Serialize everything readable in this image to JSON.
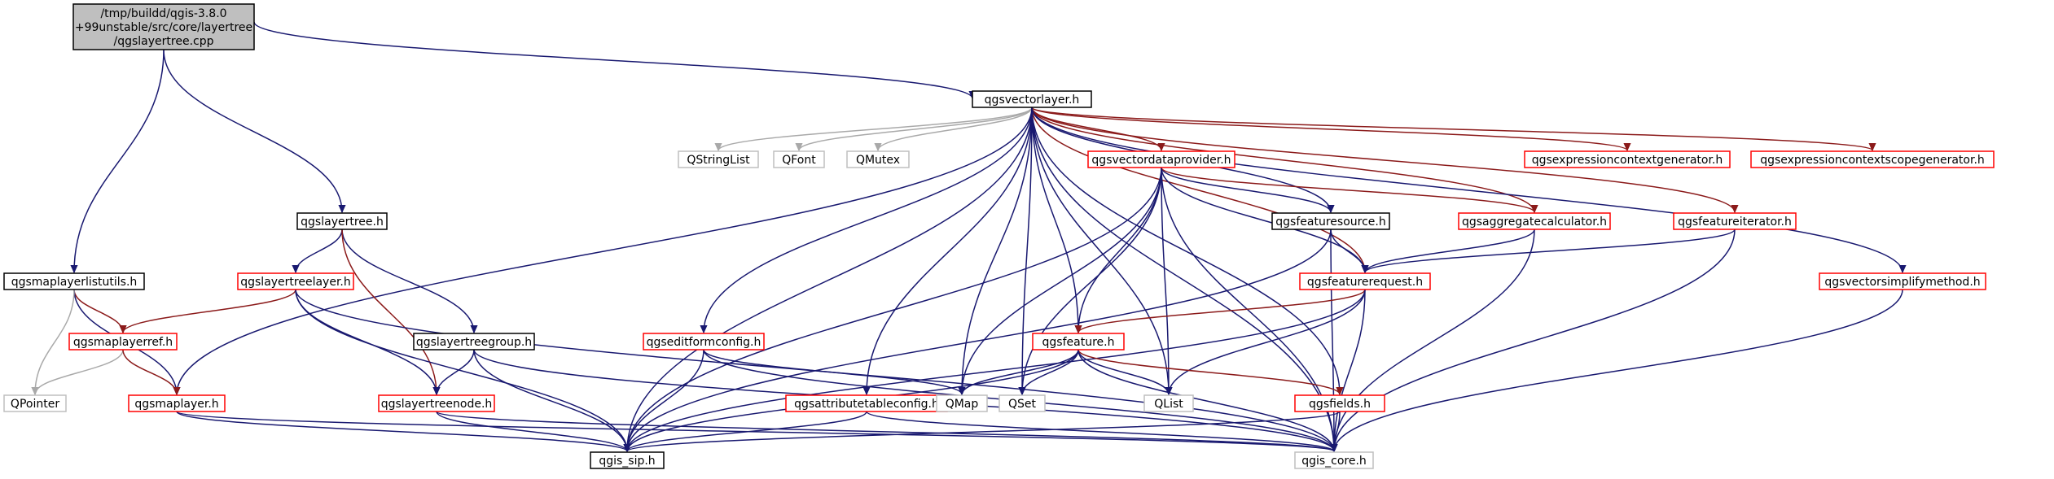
{
  "graph": {
    "root_lines": [
      "/tmp/buildd/qgis-3.8.0",
      "+99unstable/src/core/layertree",
      "/qgslayertree.cpp"
    ],
    "nodes": {
      "qgsvectorlayer": "qgsvectorlayer.h",
      "qgslayertree": "qgslayertree.h",
      "qgsmaplayerlistutils": "qgsmaplayerlistutils.h",
      "qgsmaplayerref": "qgsmaplayerref.h",
      "qgsmaplayer": "qgsmaplayer.h",
      "qpointer": "QPointer",
      "qgslayertreelayer": "qgslayertreelayer.h",
      "qgslayertreegroup": "qgslayertreegroup.h",
      "qgslayertreenode": "qgslayertreenode.h",
      "qgis_sip": "qgis_sip.h",
      "qgis_core": "qgis_core.h",
      "qstringlist": "QStringList",
      "qfont": "QFont",
      "qmutex": "QMutex",
      "qgsvectordataprovider": "qgsvectordataprovider.h",
      "qgsfeaturesource": "qgsfeaturesource.h",
      "qgsaggregatecalculator": "qgsaggregatecalculator.h",
      "qgsfeatureiterator": "qgsfeatureiterator.h",
      "qgsexpressioncontextgenerator": "qgsexpressioncontextgenerator.h",
      "qgsexpressioncontextscopegenerator": "qgsexpressioncontextscopegenerator.h",
      "qgsfeaturerequest": "qgsfeaturerequest.h",
      "qgsvectorsimplifymethod": "qgsvectorsimplifymethod.h",
      "qgseditformconfig": "qgseditformconfig.h",
      "qgsfeature": "qgsfeature.h",
      "qgsattributetableconfig": "qgsattributetableconfig.h",
      "qmap": "QMap",
      "qset": "QSet",
      "qlist": "QList",
      "qgsfields": "qgsfields.h"
    }
  },
  "colors": {
    "edge_default": "#191970",
    "edge_red": "#8b1a1a",
    "edge_gray": "#a9a9a9",
    "root_fill": "#bfbfbf",
    "border_black": "#000000",
    "border_red": "#ff0000",
    "border_gray": "#bfbfbf"
  }
}
